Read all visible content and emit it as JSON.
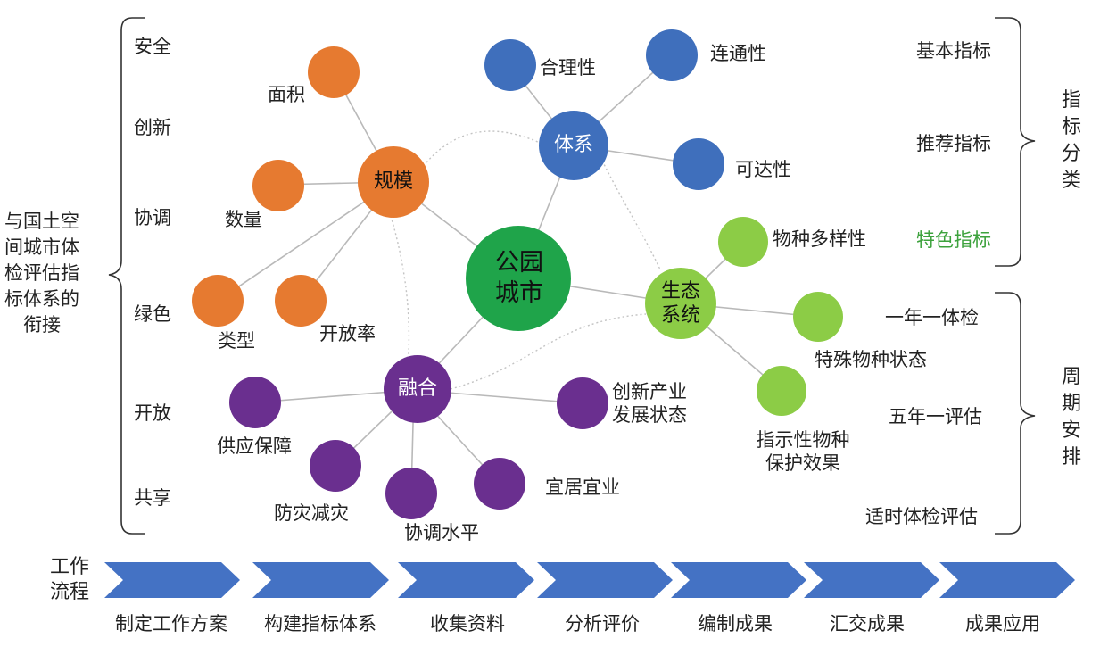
{
  "colors": {
    "hub": "#1fa44a",
    "orange": "#e67a30",
    "blue": "#3f6fbc",
    "green": "#8ccc46",
    "purple": "#6a2f8f",
    "chevron": "#4472c4",
    "edge": "#b5b5b5",
    "highlight_text": "#3da23d"
  },
  "left_panel": {
    "title": "与国土空间城市体检评估指标体系的衔接",
    "items": [
      "安全",
      "创新",
      "协调",
      "绿色",
      "开放",
      "共享"
    ]
  },
  "hub": {
    "label": "公园城市"
  },
  "clusters": {
    "scale": {
      "label": "规模",
      "children": [
        "面积",
        "数量",
        "类型",
        "开放率"
      ]
    },
    "system": {
      "label": "体系",
      "children": [
        "合理性",
        "连通性",
        "可达性"
      ]
    },
    "ecology": {
      "label": "生态系统",
      "children": [
        "物种多样性",
        "特殊物种状态",
        "指示性物种保护效果"
      ]
    },
    "fusion": {
      "label": "融合",
      "children": [
        "供应保障",
        "防灾减灾",
        "协调水平",
        "宜居宜业",
        "创新产业发展状态"
      ]
    }
  },
  "indicator_classes": {
    "title": "指标分类",
    "items": [
      "基本指标",
      "推荐指标",
      "特色指标"
    ]
  },
  "cycle": {
    "title": "周期安排",
    "items": [
      "一年一体检",
      "五年一评估",
      "适时体检评估"
    ]
  },
  "workflow": {
    "title": "工作流程",
    "steps": [
      "制定工作方案",
      "构建指标体系",
      "收集资料",
      "分析评价",
      "编制成果",
      "汇交成果",
      "成果应用"
    ]
  }
}
